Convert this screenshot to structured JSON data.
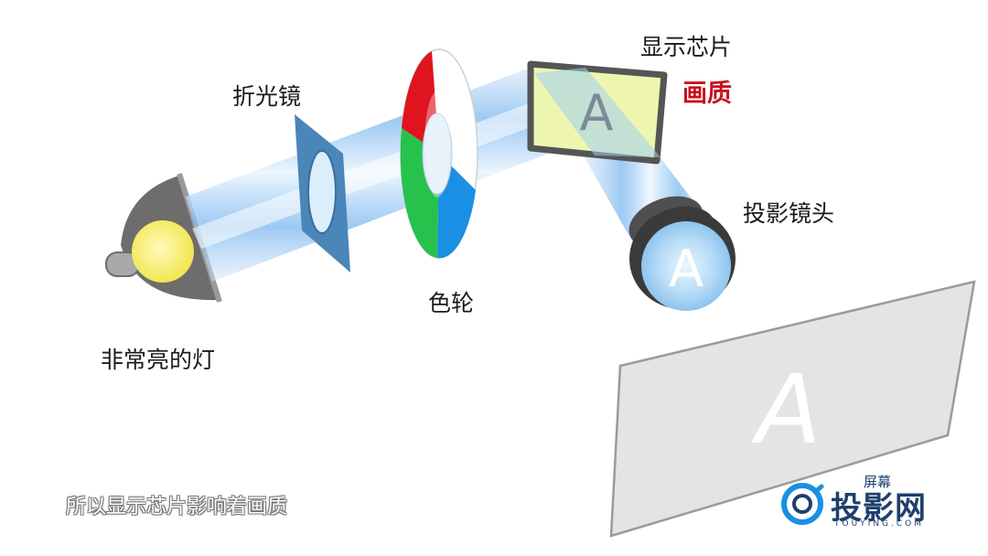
{
  "labels": {
    "lamp": "非常亮的灯",
    "condenser_lens": "折光镜",
    "color_wheel": "色轮",
    "display_chip": "显示芯片",
    "image_quality": "画质",
    "projection_lens": "投影镜头"
  },
  "glyphs": {
    "chip_letter": "A",
    "lens_letter": "A",
    "screen_letter": "A"
  },
  "subtitle": "所以显示芯片影响着画质",
  "watermark": {
    "brand_cn": "投影网",
    "brand_small": "屏幕",
    "brand_en": "TOUYING.COM"
  },
  "colors": {
    "beam": "#9fcdf3",
    "lens_blue": "#4a86b8",
    "wheel_red": "#e0141e",
    "wheel_green": "#27c24c",
    "wheel_blue": "#1a8fe3",
    "chip_fill": "#eef5b0",
    "accent_red": "#c8101e",
    "bulb_yellow": "#f6ef6a",
    "lamp_gray": "#6d6d6d",
    "screen_gray": "#e4e4e4"
  }
}
